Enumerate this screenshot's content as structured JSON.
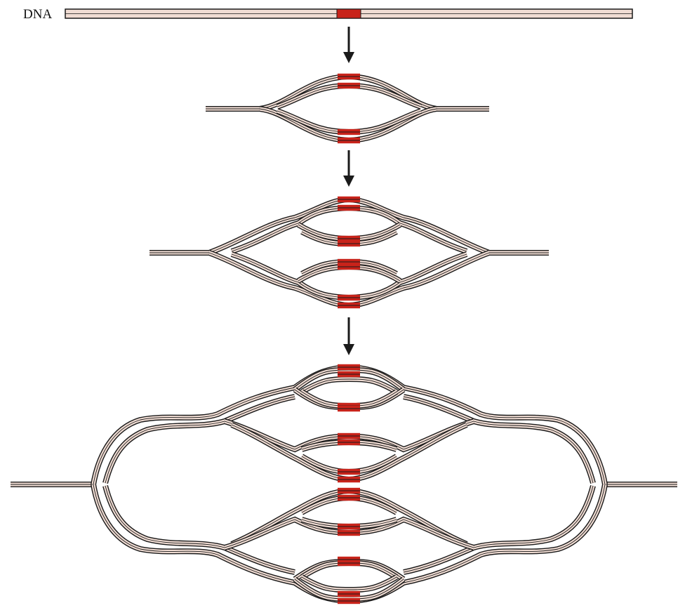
{
  "diagram": {
    "label": "DNA",
    "colors": {
      "strand_fill": "#f0dcd3",
      "strand_outline": "#1a1a1a",
      "origin_segment": "#c8231a",
      "arrow": "#1a1a1a",
      "background": "#ffffff"
    },
    "stages": [
      {
        "stage": 1,
        "description_shape": "linear duplex"
      },
      {
        "stage": 2,
        "description_shape": "one replication bubble"
      },
      {
        "stage": 3,
        "description_shape": "two nested bubbles"
      },
      {
        "stage": 4,
        "description_shape": "four nested bubbles"
      }
    ],
    "arrows": 3
  }
}
